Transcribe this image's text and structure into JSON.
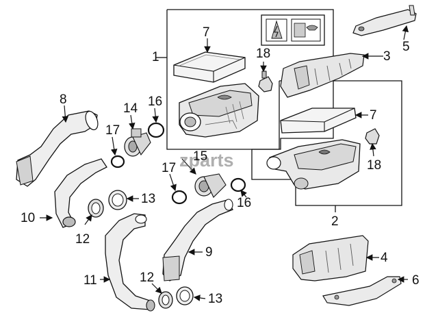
{
  "diagram": {
    "watermark": "zparts",
    "callouts": [
      {
        "id": "c1",
        "text": "1"
      },
      {
        "id": "c2",
        "text": "2"
      },
      {
        "id": "c3",
        "text": "3"
      },
      {
        "id": "c4",
        "text": "4"
      },
      {
        "id": "c5",
        "text": "5"
      },
      {
        "id": "c6",
        "text": "6"
      },
      {
        "id": "c7a",
        "text": "7"
      },
      {
        "id": "c7b",
        "text": "7"
      },
      {
        "id": "c8",
        "text": "8"
      },
      {
        "id": "c9",
        "text": "9"
      },
      {
        "id": "c10",
        "text": "10"
      },
      {
        "id": "c11",
        "text": "11"
      },
      {
        "id": "c12a",
        "text": "12"
      },
      {
        "id": "c12b",
        "text": "12"
      },
      {
        "id": "c13a",
        "text": "13"
      },
      {
        "id": "c13b",
        "text": "13"
      },
      {
        "id": "c14",
        "text": "14"
      },
      {
        "id": "c15",
        "text": "15"
      },
      {
        "id": "c16a",
        "text": "16"
      },
      {
        "id": "c16b",
        "text": "16"
      },
      {
        "id": "c17a",
        "text": "17"
      },
      {
        "id": "c17b",
        "text": "17"
      },
      {
        "id": "c18a",
        "text": "18"
      },
      {
        "id": "c18b",
        "text": "18"
      }
    ]
  }
}
